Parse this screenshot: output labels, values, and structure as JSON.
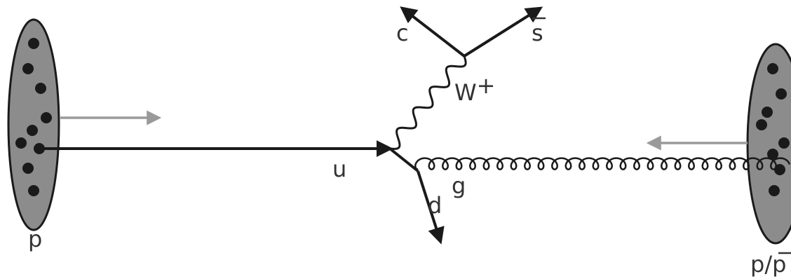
{
  "labels": {
    "proton_left": "p",
    "proton_right_p": "p",
    "proton_right_slash": "/",
    "proton_right_pbar": "p",
    "up_quark": "u",
    "down_quark": "d",
    "gluon": "g",
    "charm": "c",
    "strange_bar": "s",
    "w_boson": "W",
    "w_charge": "+"
  },
  "colors": {
    "line": "#1a1a1a",
    "hadron_fill": "#8c8c8c",
    "parton_dot": "#1a1a1a",
    "beam_arrow": "#9a9a9a"
  }
}
